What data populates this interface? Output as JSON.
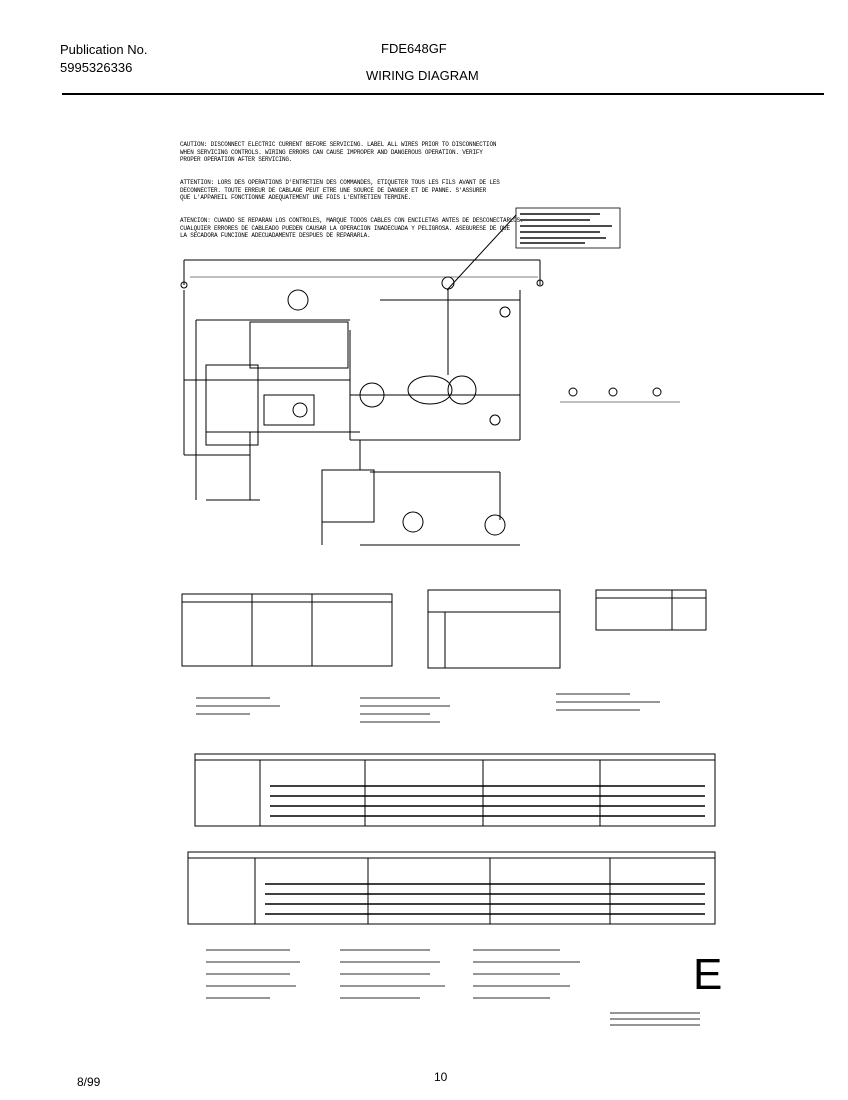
{
  "header": {
    "publication_label": "Publication No.",
    "publication_number": "5995326336",
    "model": "FDE648GF",
    "section_title": "WIRING DIAGRAM"
  },
  "caution": {
    "en": "CAUTION: DISCONNECT ELECTRIC CURRENT BEFORE SERVICING. LABEL ALL WIRES PRIOR TO DISCONNECTION\nWHEN SERVICING CONTROLS. WIRING ERRORS CAN CAUSE IMPROPER AND DANGEROUS OPERATION. VERIFY\nPROPER OPERATION AFTER SERVICING.",
    "fr": "ATTENTION: LORS DES OPERATIONS D'ENTRETIEN DES COMMANDES, ETIQUETER TOUS LES FILS AVANT DE LES\nDECONNECTER. TOUTE ERREUR DE CABLAGE PEUT ETRE UNE SOURCE DE DANGER ET DE PANNE. S'ASSURER\nQUE L'APPAREIL FONCTIONNE ADEQUATEMENT UNE FOIS L'ENTRETIEN TERMINE.",
    "es": "ATENCION: CUANDO SE REPARAN LOS CONTROLES, MARQUE TODOS CABLES CON ENCILETAS ANTES DE DESCONECTARLOS.\nCUALQUIER ERRORES DE CABLEADO PUEDEN CAUSAR LA OPERACION INADECUADA Y PELIGROSA. ASEGURESE DE QUE\nLA SECADORA FUNCIONE ADECUADAMENTE DESPUES DE REPARARLA."
  },
  "corner_mark": "E",
  "footer": {
    "date": "8/99",
    "page_number": "10"
  }
}
